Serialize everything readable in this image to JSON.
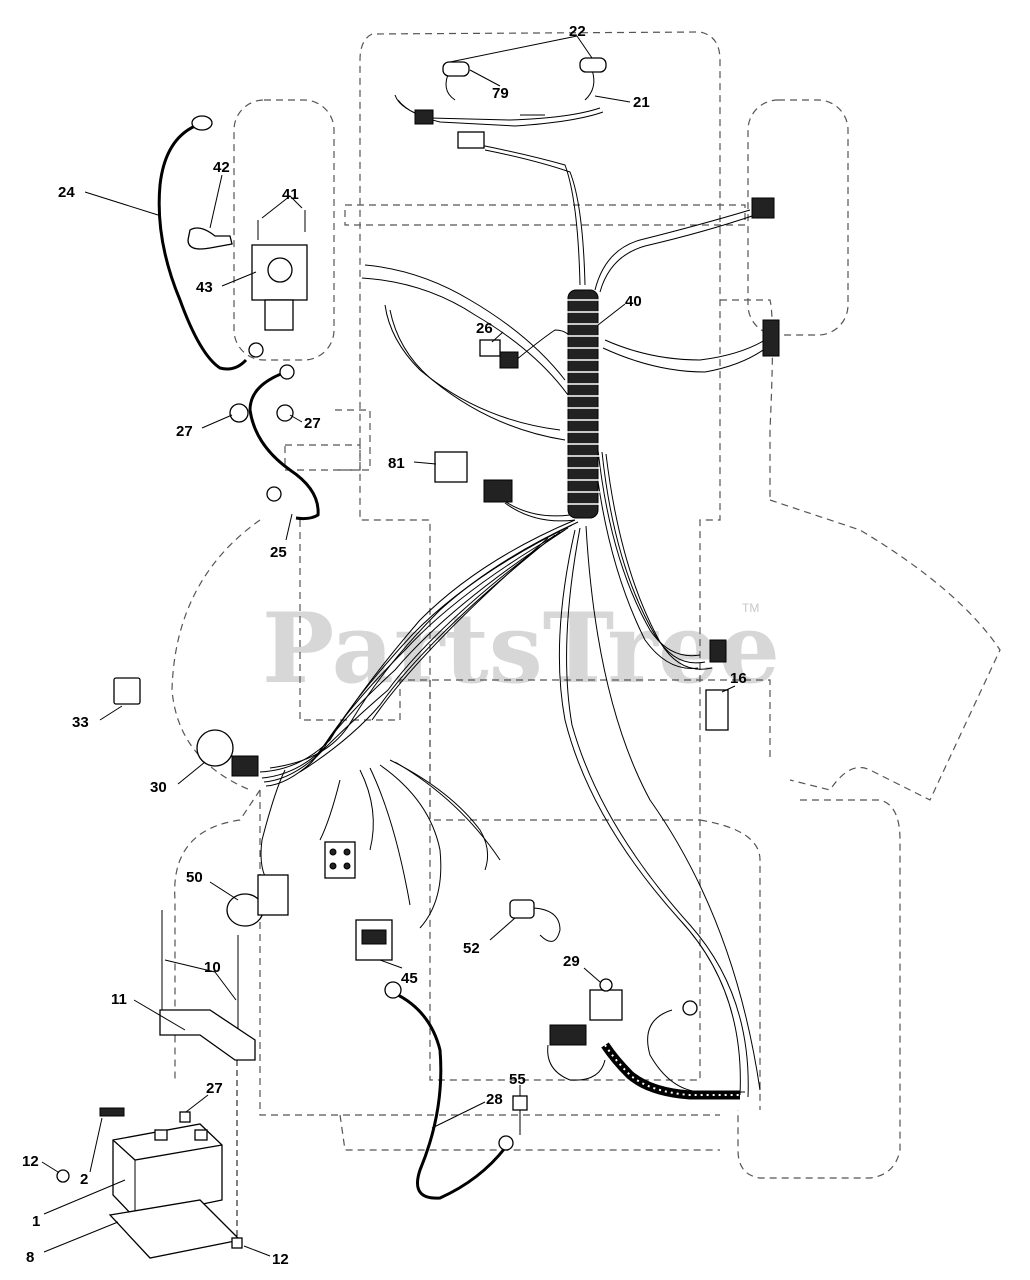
{
  "watermark": {
    "text": "PartsTree",
    "trademark": "TM"
  },
  "labels": {
    "l1": "1",
    "l2": "2",
    "l8": "8",
    "l10": "10",
    "l11": "11",
    "l12a": "12",
    "l12b": "12",
    "l16": "16",
    "l21": "21",
    "l22": "22",
    "l24": "24",
    "l25": "25",
    "l26": "26",
    "l27a": "27",
    "l27b": "27",
    "l27c": "27",
    "l28": "28",
    "l29": "29",
    "l30": "30",
    "l33": "33",
    "l40": "40",
    "l41": "41",
    "l42": "42",
    "l43": "43",
    "l45": "45",
    "l50": "50",
    "l52": "52",
    "l55": "55",
    "l79": "79",
    "l81": "81"
  }
}
